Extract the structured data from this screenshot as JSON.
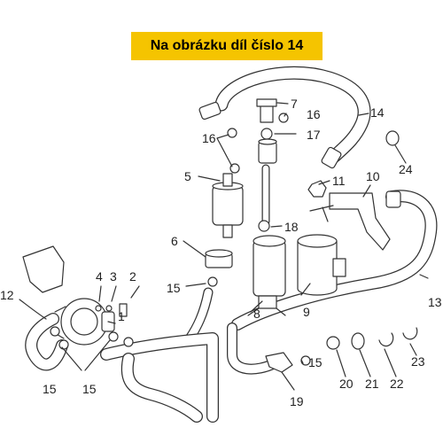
{
  "banner": {
    "text": "Na obrázku díl číslo 14",
    "color": "#f5c400"
  },
  "callouts": [
    "1",
    "2",
    "3",
    "4",
    "5",
    "6",
    "7",
    "8",
    "9",
    "10",
    "11",
    "12",
    "13",
    "14",
    "15",
    "15",
    "15",
    "15",
    "16",
    "16",
    "17",
    "18",
    "19",
    "20",
    "21",
    "22",
    "23",
    "24"
  ]
}
